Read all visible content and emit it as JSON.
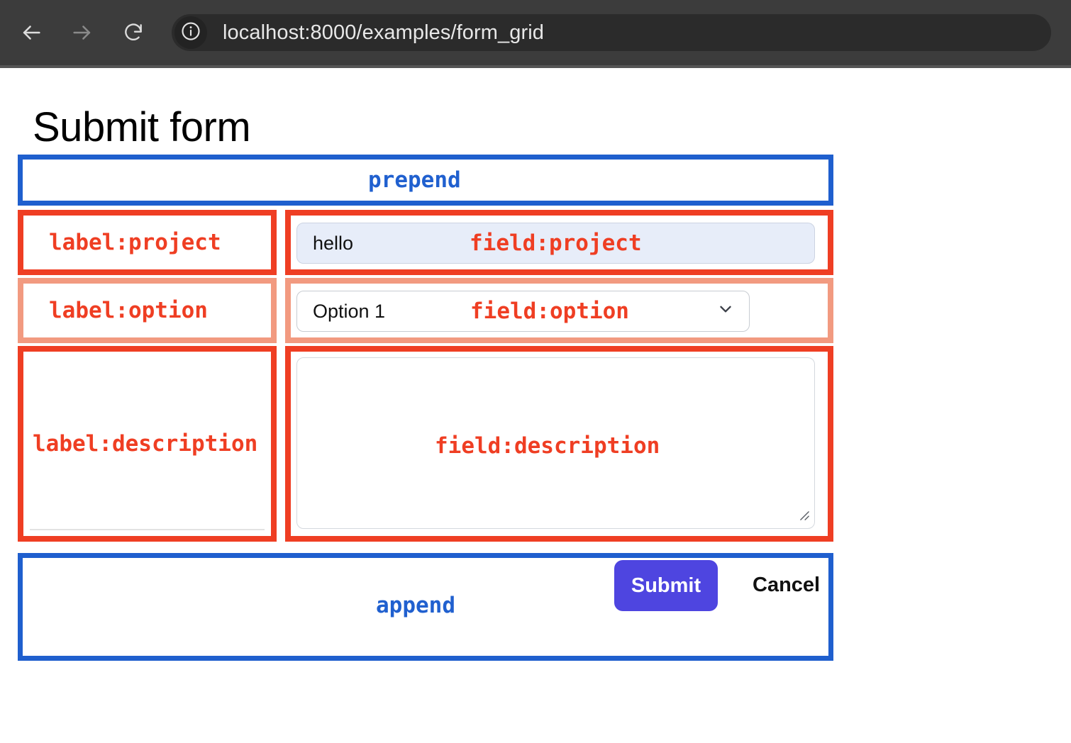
{
  "browser": {
    "url": "localhost:8000/examples/form_grid",
    "icons": {
      "back": "back-arrow-icon",
      "forward": "forward-arrow-icon",
      "reload": "reload-icon",
      "site_info": "info-circle-icon"
    }
  },
  "page": {
    "title": "Submit form"
  },
  "annotations": {
    "prepend": "prepend",
    "append": "append",
    "label_project": "label:project",
    "field_project": "field:project",
    "label_option": "label:option",
    "field_option": "field:option",
    "label_description": "label:description",
    "field_description": "field:description"
  },
  "form": {
    "project": {
      "value": "hello",
      "placeholder": ""
    },
    "option": {
      "selected": "Option 1",
      "options": [
        "Option 1"
      ],
      "chevron": "chevron-down-icon"
    },
    "description": {
      "value": "",
      "placeholder": ""
    },
    "submit_label": "Submit",
    "cancel_label": "Cancel"
  },
  "colors": {
    "annotation_blue": "#1f5fce",
    "annotation_red": "#ef3e23",
    "annotation_salmon": "#f29a80",
    "submit_purple": "#4e45e0",
    "input_fill": "#e7edf9",
    "toolbar_bg": "#3c3c3c",
    "urlbar_bg": "#2b2b2b"
  }
}
